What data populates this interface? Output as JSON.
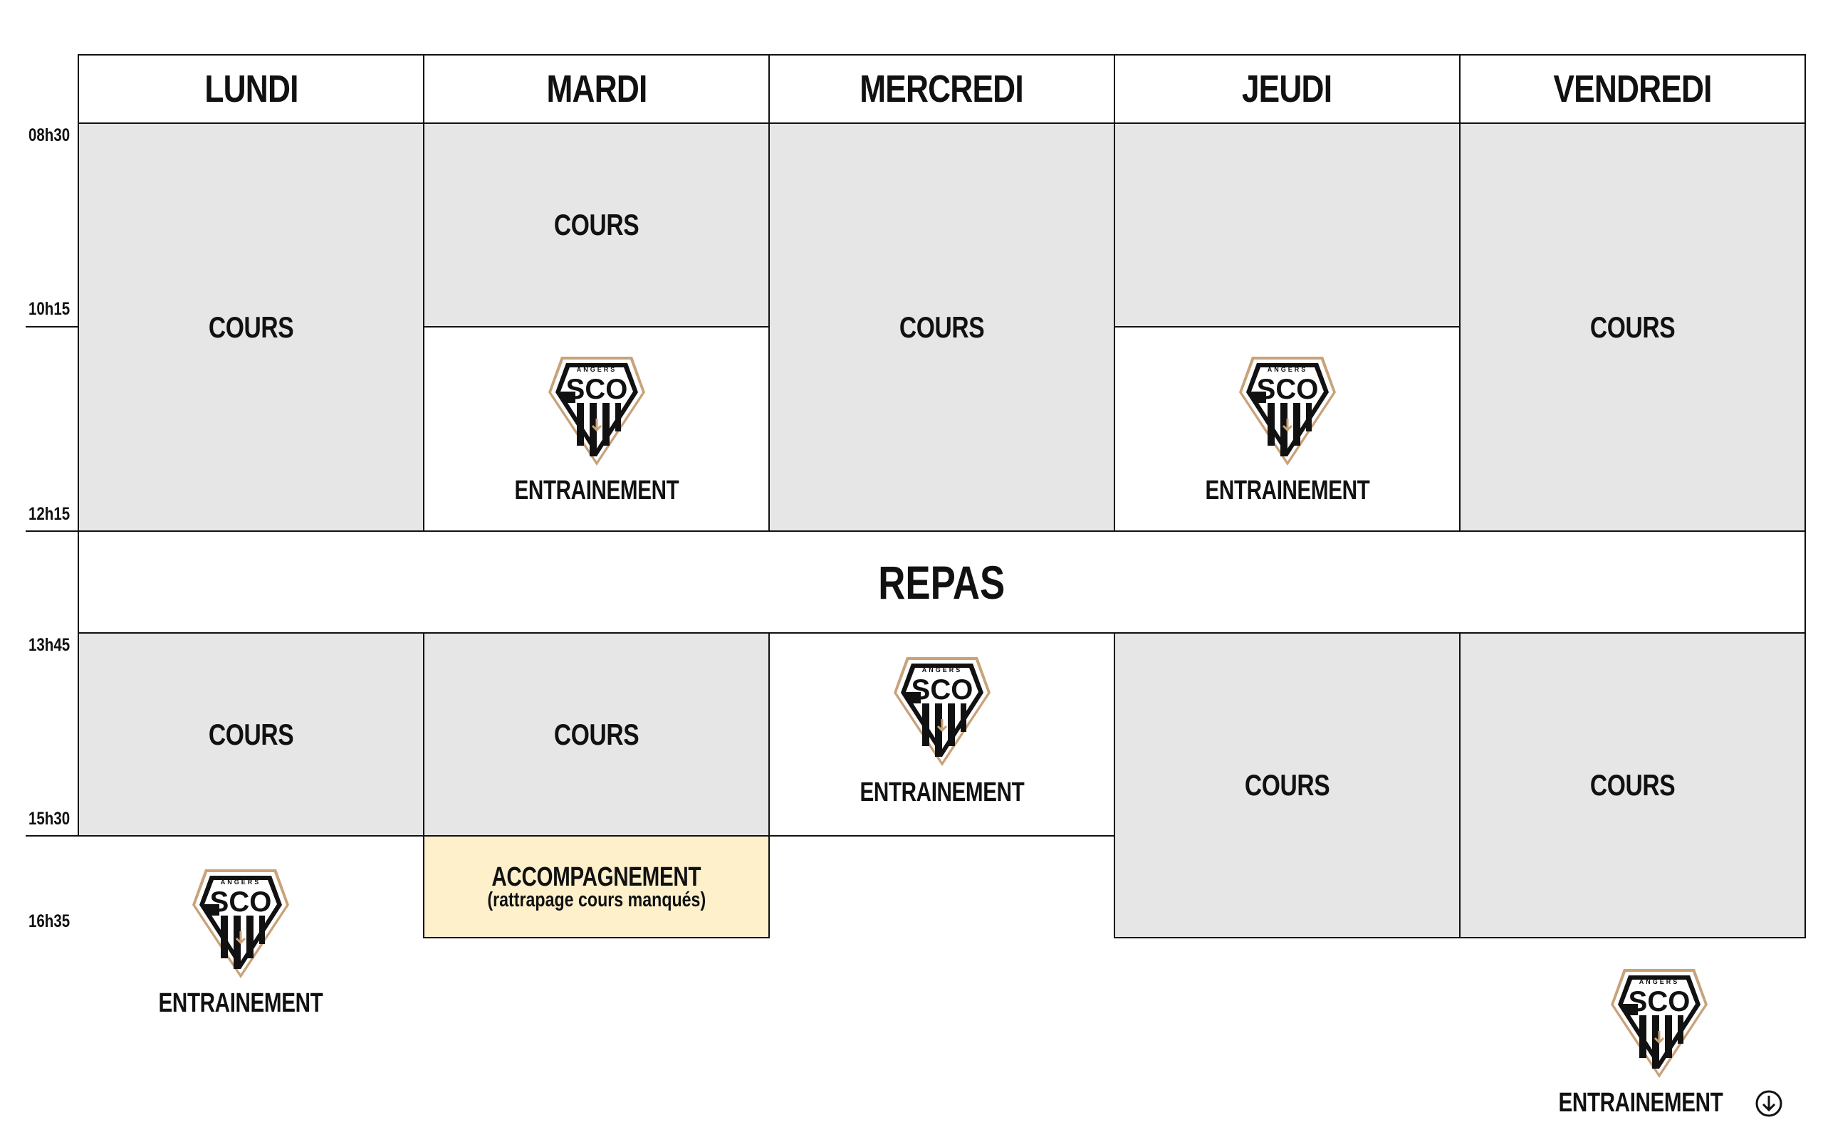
{
  "days": [
    "LUNDI",
    "MARDI",
    "MERCREDI",
    "JEUDI",
    "VENDREDI"
  ],
  "times": [
    "08h30",
    "10h15",
    "12h15",
    "13h45",
    "15h30",
    "16h35"
  ],
  "labels": {
    "cours": "COURS",
    "entrainement": "ENTRAINEMENT",
    "repas": "REPAS",
    "accompagnement": "ACCOMPAGNEMENT",
    "accompagnement_note": "(rattrapage cours manqués)"
  },
  "logo": {
    "top_text": "ANGERS",
    "main_text": "SCO",
    "colors": {
      "gold": "#b88a5a",
      "black": "#111111",
      "white": "#ffffff"
    }
  },
  "colors": {
    "grey_cell": "#e7e6e7",
    "yellow_cell": "#fdf0cb",
    "border": "#111111"
  },
  "icons": {
    "footnote": "arrow-down-circle-icon"
  }
}
